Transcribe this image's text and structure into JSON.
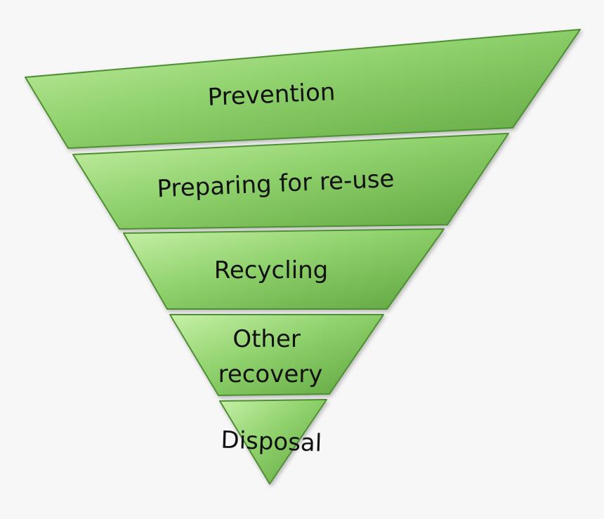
{
  "diagram": {
    "tiers": [
      {
        "label_lines": [
          "Prevention"
        ]
      },
      {
        "label_lines": [
          "Preparing for re-use"
        ]
      },
      {
        "label_lines": [
          "Recycling"
        ]
      },
      {
        "label_lines": [
          "Other",
          "recovery"
        ]
      },
      {
        "label_lines": [
          "Disposal"
        ]
      }
    ]
  },
  "colors": {
    "fill_light": "#c6f0a6",
    "fill_mid": "#8fd16c",
    "fill_dark": "#5fa53f",
    "edge": "#4d8f33",
    "gap": "#d8ecd0",
    "background": "#f7f7f7"
  }
}
